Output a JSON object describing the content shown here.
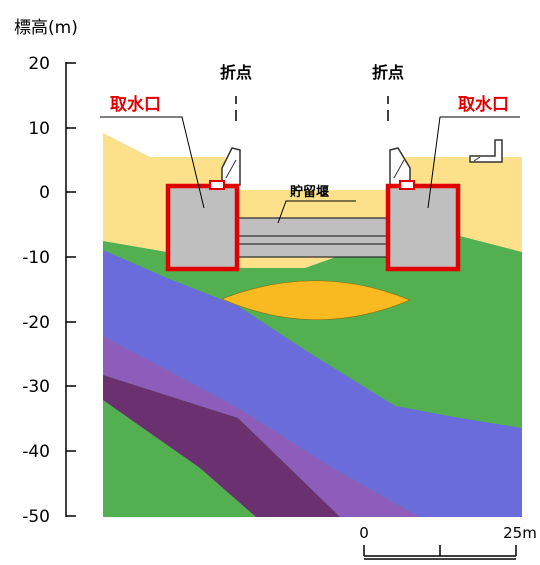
{
  "axis": {
    "ylabel": "標高(m)",
    "ticks": [
      "20",
      "10",
      "0",
      "-10",
      "-20",
      "-30",
      "-40",
      "-50"
    ]
  },
  "labels": {
    "bend_point_left": "折点",
    "bend_point_right": "折点",
    "intake_left": "取水口",
    "intake_right": "取水口",
    "storage_weir": "貯留堰"
  },
  "scale_bar": {
    "start": "0",
    "end": "25m"
  },
  "colors": {
    "soil_yellow": "#fde08a",
    "green": "#52b050",
    "blue": "#6a6cdc",
    "purple": "#8e5cba",
    "dark_purple": "#6a3070",
    "orange": "#f8ba20",
    "concrete": "#bfbfbf",
    "intake_outline": "#e00000"
  }
}
